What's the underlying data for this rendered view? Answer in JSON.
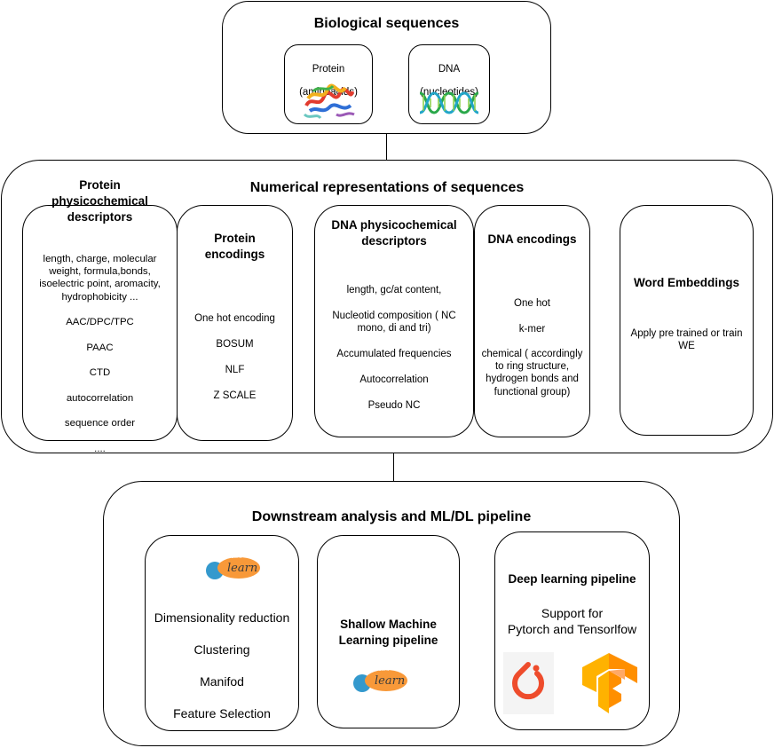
{
  "biological": {
    "title": "Biological sequences",
    "protein_label": "Protein",
    "protein_sub": "(aminoacids)",
    "dna_label": "DNA",
    "dna_sub": "(nucleotides)"
  },
  "numerical": {
    "title": "Numerical representations of sequences",
    "protein_desc": {
      "title": "Protein physicochemical descriptors",
      "items": [
        "length, charge, molecular weight, formula,bonds, isoelectric point, aromacity, hydrophobicity ...",
        "AAC/DPC/TPC",
        "PAAC",
        "CTD",
        "autocorrelation",
        "sequence order",
        "...."
      ]
    },
    "protein_enc": {
      "title": "Protein encodings",
      "items": [
        "One hot encoding",
        "BOSUM",
        "NLF",
        "Z SCALE"
      ]
    },
    "dna_desc": {
      "title": "DNA physicochemical descriptors",
      "items": [
        "length, gc/at content,",
        "Nucleotid composition ( NC mono, di and tri)",
        "Accumulated frequencies",
        "Autocorrelation",
        "Pseudo NC"
      ]
    },
    "dna_enc": {
      "title": "DNA encodings",
      "items": [
        "One hot",
        "k-mer",
        "chemical ( accordingly to ring structure, hydrogen bonds and functional group)"
      ]
    },
    "word_emb": {
      "title": "Word Embeddings",
      "items": [
        "Apply pre trained or train WE"
      ]
    }
  },
  "downstream": {
    "title": "Downstream analysis and ML/DL pipeline",
    "unsupervised": {
      "logo_text": "learn",
      "logo_small": "scikit",
      "items": [
        "Dimensionality reduction",
        "Clustering",
        "Manifod",
        "Feature Selection"
      ]
    },
    "shallow": {
      "title": "Shallow Machine Learning pipeline",
      "logo_text": "learn",
      "logo_small": "scikit"
    },
    "deep": {
      "title": "Deep learning pipeline",
      "items": [
        "Support for",
        "Pytorch and Tensorlfow"
      ]
    }
  },
  "colors": {
    "sklearn_blue": "#3499cd",
    "sklearn_orange": "#f89939",
    "pytorch_red": "#ee4c2c",
    "tf_orange": "#ff8f00",
    "tf_light": "#ffb200"
  },
  "icons": [
    "protein-structure-icon",
    "dna-helix-icon",
    "sklearn-logo-icon",
    "pytorch-logo-icon",
    "tensorflow-logo-icon"
  ]
}
